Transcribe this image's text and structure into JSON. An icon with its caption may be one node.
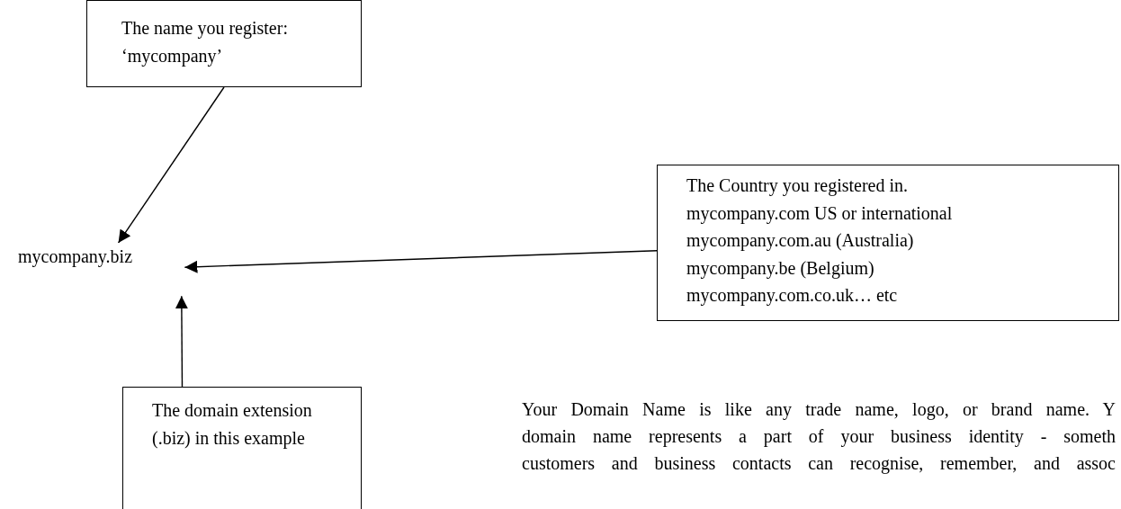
{
  "diagram": {
    "nodes": [
      {
        "text": [
          "The name you register: ‘mycompany’"
        ]
      },
      {
        "text": [
          "mycompany.biz"
        ]
      },
      {
        "text": [
          "The Country you registered in.",
          "mycompany.com US or international",
          "mycompany.com.au (Australia)",
          "mycompany.be (Belgium)",
          "mycompany.com.co.uk… etc"
        ]
      },
      {
        "text": [
          "The domain extension (.biz) in this example"
        ]
      }
    ],
    "edges": [
      {
        "from": 0,
        "to": 1,
        "arrow": "to"
      },
      {
        "from": 2,
        "to": 1,
        "arrow": "to"
      },
      {
        "from": 3,
        "to": 1,
        "arrow": "to"
      }
    ],
    "labels": [
      "Your Domain Name is like any trade name, logo, or brand name. Y",
      "domain name represents a part of your business identity - someth",
      "customers and business contacts can recognise, remember, and assoc"
    ]
  }
}
